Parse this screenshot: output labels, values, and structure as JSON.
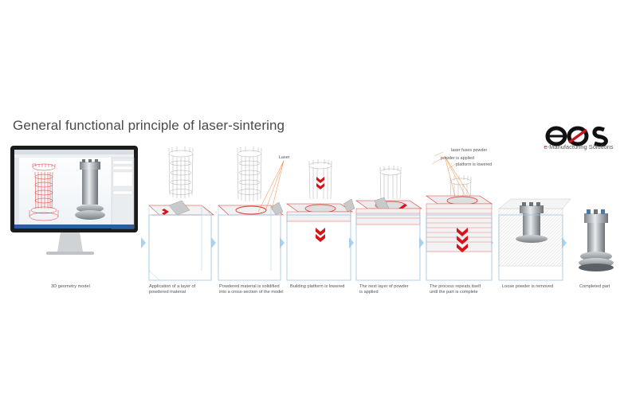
{
  "title": "General functional principle of laser-sintering",
  "brand": {
    "logo_text": "eos",
    "tagline_prefix": "e",
    "tagline_rest": "-Manufacturing Solutions",
    "accent_color": "#c4161c"
  },
  "annotations": {
    "laser": "Laser",
    "laser_fuses": "laser fuses powder",
    "powder_applied": "powder is applied",
    "platform_lowered": "platform is lowered"
  },
  "steps": [
    {
      "caption": "3D geometry model"
    },
    {
      "caption": "Application of a layer of\npowdered material"
    },
    {
      "caption": "Powdered material is solidified\ninto a cross-section of the model"
    },
    {
      "caption": "Building platform is lowered"
    },
    {
      "caption": "The next layer of powder\nis applied"
    },
    {
      "caption": "The process repeats itself\nuntil the part is complete"
    },
    {
      "caption": "Loose powder is removed"
    },
    {
      "caption": "Completed part"
    }
  ],
  "colors": {
    "wire_red": "#e3342f",
    "wire_gray": "#8a8a8a",
    "box_blue": "#9cc7e4",
    "arrow_blue": "#a9d2ee",
    "laser_orange": "#f08a3c",
    "chevron_red": "#d4141a"
  }
}
